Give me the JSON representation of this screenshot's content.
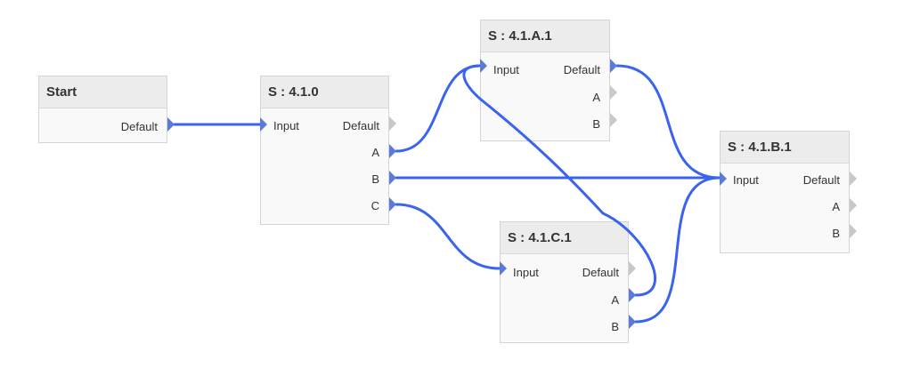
{
  "nodes": {
    "start": {
      "title": "Start",
      "outputs": [
        "Default"
      ]
    },
    "s410": {
      "title": "S : 4.1.0",
      "input": "Input",
      "outputs": [
        "Default",
        "A",
        "B",
        "C"
      ]
    },
    "s41a1": {
      "title": "S : 4.1.A.1",
      "input": "Input",
      "outputs": [
        "Default",
        "A",
        "B"
      ]
    },
    "s41b1": {
      "title": "S : 4.1.B.1",
      "input": "Input",
      "outputs": [
        "Default",
        "A",
        "B"
      ]
    },
    "s41c1": {
      "title": "S : 4.1.C.1",
      "input": "Input",
      "outputs": [
        "Default",
        "A",
        "B"
      ]
    }
  },
  "connections": [
    {
      "from": "Start.Default",
      "to": "S : 4.1.0.Input"
    },
    {
      "from": "S : 4.1.0.A",
      "to": "S : 4.1.A.1.Input"
    },
    {
      "from": "S : 4.1.0.B",
      "to": "S : 4.1.B.1.Input"
    },
    {
      "from": "S : 4.1.0.C",
      "to": "S : 4.1.C.1.Input"
    },
    {
      "from": "S : 4.1.A.1.Default",
      "to": "S : 4.1.B.1.Input"
    },
    {
      "from": "S : 4.1.C.1.A",
      "to": "S : 4.1.A.1.Input"
    },
    {
      "from": "S : 4.1.C.1.B",
      "to": "S : 4.1.B.1.Input"
    }
  ],
  "colors": {
    "wire": "#3a63f0",
    "linked_port": "#5c7ad8",
    "unlinked_port": "#c8c8c8"
  }
}
